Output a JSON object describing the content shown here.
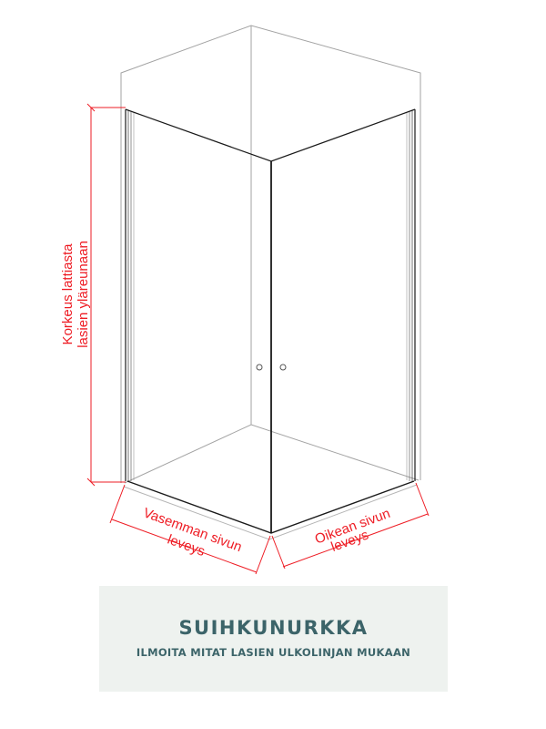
{
  "diagram": {
    "subject": "shower corner enclosure",
    "labels": {
      "height_line1": "Korkeus lattiasta",
      "height_line2": "lasien yläreunaan",
      "left_line1": "Vasemman sivun",
      "left_line2": "leveys",
      "right_line1": "Oikean sivun",
      "right_line2": "leveys"
    },
    "colors": {
      "dimension": "#ee1c24",
      "wall_lines": "#a0a0a0",
      "glass_lines": "#1a1a1a",
      "caption_bg": "#eef2ef",
      "caption_text": "#3c6469"
    }
  },
  "caption": {
    "title": "SUIHKUNURKKA",
    "subtitle": "ILMOITA MITAT LASIEN ULKOLINJAN MUKAAN"
  }
}
